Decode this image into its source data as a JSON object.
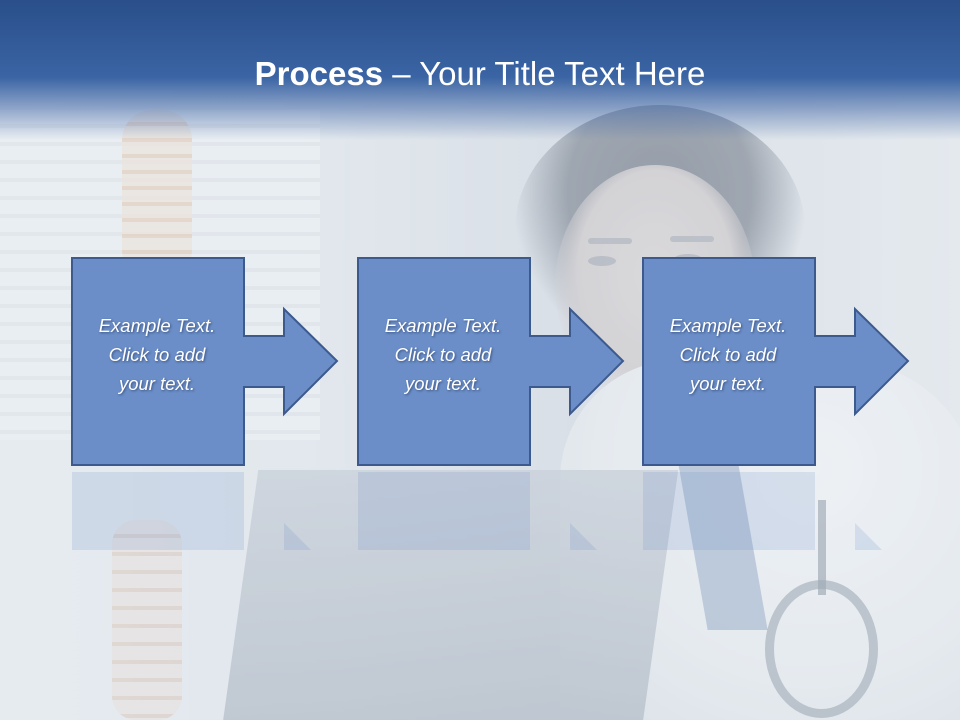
{
  "slide": {
    "title_bold": "Process",
    "title_rest": " – Your Title Text Here"
  },
  "steps": [
    {
      "text": "Example Text.\nClick  to add\nyour text."
    },
    {
      "text": "Example Text.\nClick  to add\nyour text."
    },
    {
      "text": "Example Text.\nClick  to add\nyour text."
    }
  ],
  "colors": {
    "title_band": "#2a4f8a",
    "step_fill": "#6b8ec8",
    "step_stroke": "#3c5a8e"
  }
}
